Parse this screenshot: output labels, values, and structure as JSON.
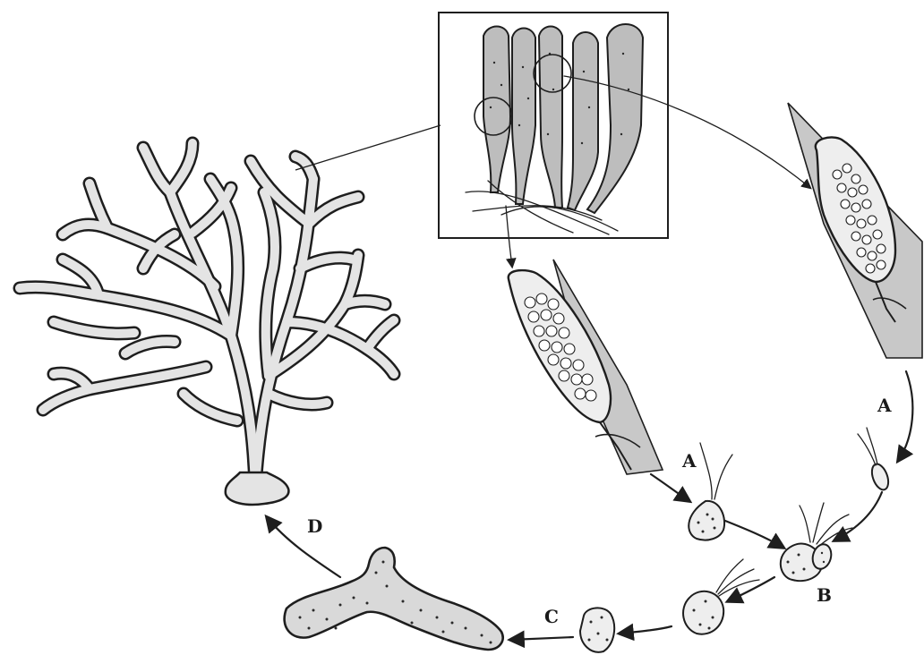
{
  "labels": {
    "a1": "A",
    "a2": "A",
    "b": "B",
    "c": "C",
    "d": "D"
  },
  "colors": {
    "ink": "#1e1e1e",
    "tissue_shade": "#c8c8c8",
    "cell_fill": "#eeeeee"
  }
}
